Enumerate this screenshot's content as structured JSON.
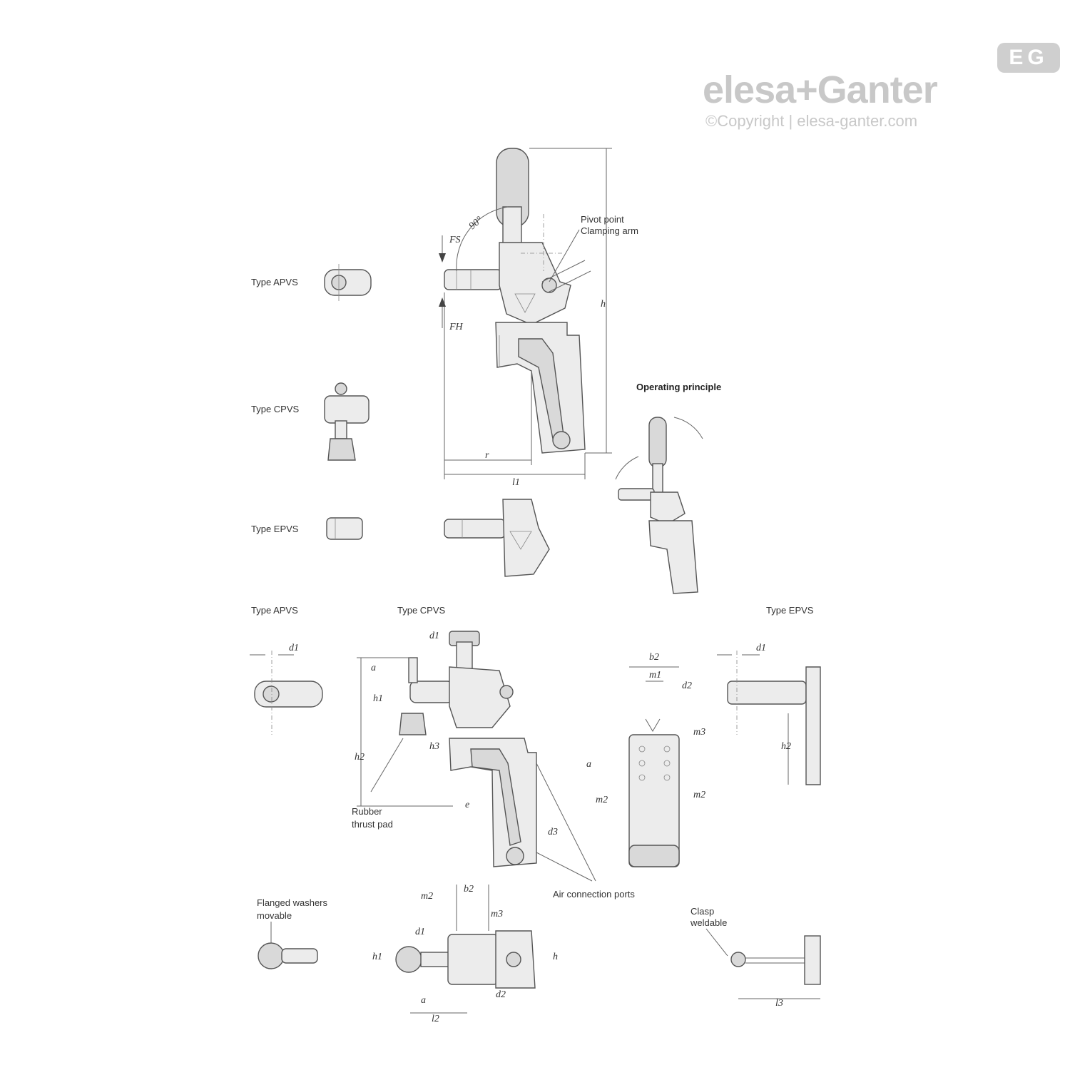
{
  "brand": {
    "name": "elesa+Ganter",
    "copyright": "©Copyright | elesa-ganter.com",
    "badge": "EG"
  },
  "labels": {
    "type_apvs_top": "Type APVS",
    "type_cpvs_top": "Type CPVS",
    "type_epvs_top": "Type EPVS",
    "pivot_point": "Pivot point",
    "clamping_arm": "Clamping arm",
    "operating_principle": "Operating principle",
    "type_apvs_bottom": "Type APVS",
    "type_cpvs_bottom": "Type CPVS",
    "type_epvs_bottom": "Type EPVS",
    "rubber_thrust_pad_1": "Rubber",
    "rubber_thrust_pad_2": "thrust pad",
    "air_connection_ports": "Air connection ports",
    "flanged_washers_1": "Flanged washers",
    "flanged_washers_2": "movable",
    "clasp_1": "Clasp",
    "clasp_2": "weldable",
    "type_prefix": "Type"
  },
  "dimensions": {
    "angle": "90°",
    "fs": "FS",
    "fh": "FH",
    "h": "h",
    "r": "r",
    "l1": "l1",
    "d1": "d1",
    "d2": "d2",
    "d3": "d3",
    "a": "a",
    "e": "e",
    "b2": "b2",
    "m1": "m1",
    "m2": "m2",
    "m3": "m3",
    "h1": "h1",
    "h2": "h2",
    "h3": "h3",
    "l2": "l2",
    "l3": "l3"
  }
}
